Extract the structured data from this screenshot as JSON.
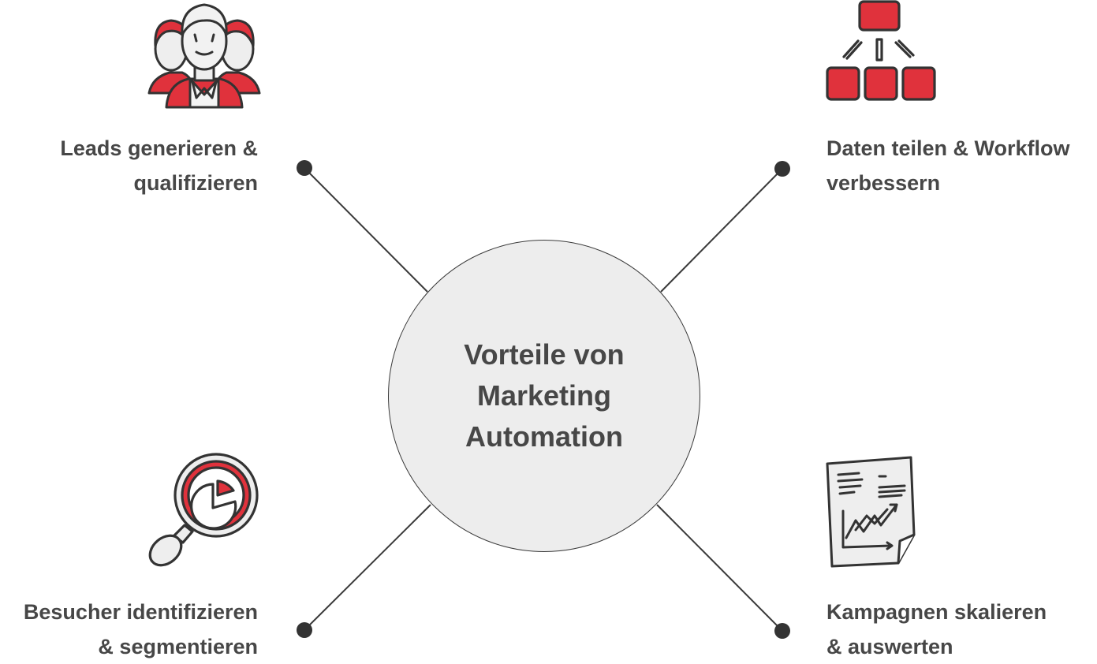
{
  "center": {
    "title": "Vorteile von\nMarketing\nAutomation"
  },
  "branches": {
    "top_left": {
      "label": "Leads generieren &\nqualifizieren",
      "icon": "people-group-icon"
    },
    "top_right": {
      "label": "Daten teilen & Workflow\nverbessern",
      "icon": "hierarchy-icon"
    },
    "bottom_left": {
      "label": "Besucher identifizieren\n& segmentieren",
      "icon": "magnifier-pie-chart-icon"
    },
    "bottom_right": {
      "label": "Kampagnen skalieren\n& auswerten",
      "icon": "report-chart-icon"
    }
  },
  "colors": {
    "accent": "#e0323c",
    "text": "#474747",
    "line": "#3a3a3a",
    "circle_fill": "#ededed"
  }
}
